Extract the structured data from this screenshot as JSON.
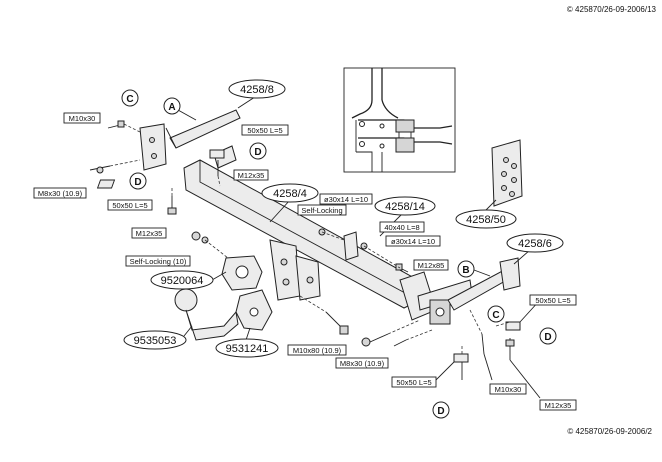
{
  "copyright_top": "© 425870/26-09-2006/13",
  "copyright_bottom": "© 425870/26-09-2006/2",
  "callouts": {
    "p4258_8": "4258/8",
    "p4258_4": "4258/4",
    "p4258_14": "4258/14",
    "p4258_50": "4258/50",
    "p4258_6": "4258/6",
    "p9520064": "9520064",
    "p9535053": "9535053",
    "p9531241": "9531241"
  },
  "letters": {
    "A": "A",
    "B": "B",
    "C": "C",
    "D": "D"
  },
  "spec_labels": {
    "m10x30_left": "M10x30",
    "m8x30_left": "M8x30 (10.9)",
    "plate_50_left_top": "50x50 L=5",
    "m12x35_left_top": "M12x35",
    "plate_50_left_bottom": "50x50 L=5",
    "m12x35_left_bottom": "M12x35",
    "self_locking_10": "Self-Locking (10)",
    "o30x14_top": "ø30x14 L=10",
    "self_locking": "Self-Locking",
    "p40x40": "40x40 L=8",
    "o30x14_mid": "ø30x14 L=10",
    "m12x85": "M12x85",
    "plate_50_right": "50x50 L=5",
    "m10x80": "M10x80 (10.9)",
    "m8x30_mid": "M8x30 (10.9)",
    "plate_50_bottom": "50x50 L=5",
    "m10x30_right": "M10x30",
    "m12x35_right": "M12x35"
  }
}
